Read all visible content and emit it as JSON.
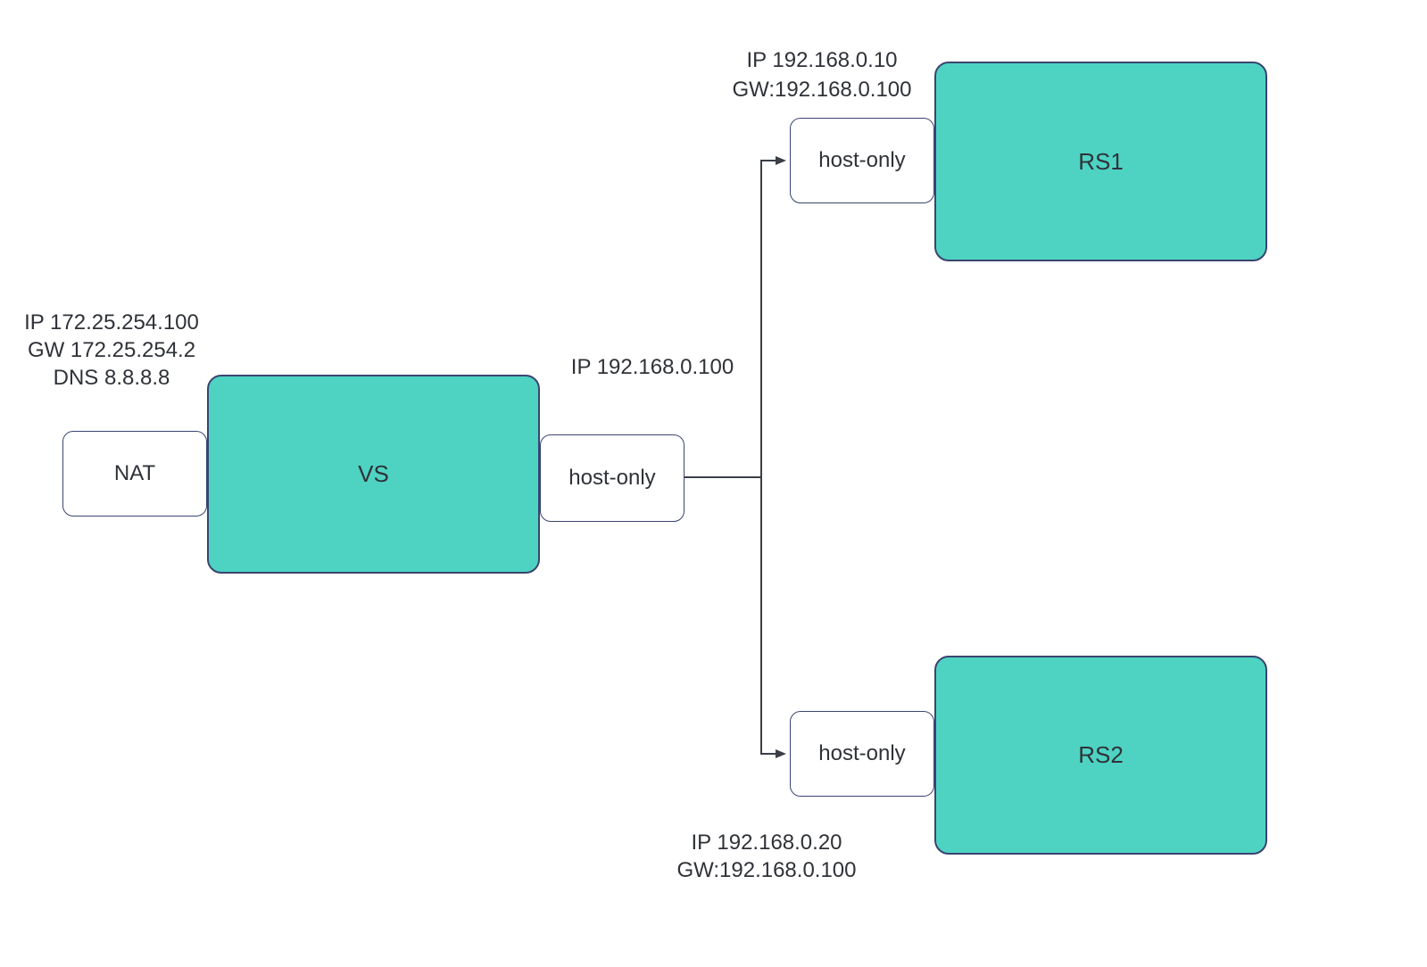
{
  "diagram": {
    "colors": {
      "node_fill": "#4ed3c3",
      "node_border": "#3a4470",
      "connector": "#3a3f47",
      "text": "#2f3238",
      "background": "#ffffff"
    },
    "nodes": {
      "nat": {
        "label": "NAT"
      },
      "vs": {
        "label": "VS"
      },
      "host_mid": {
        "label": "host-only"
      },
      "host_top": {
        "label": "host-only"
      },
      "host_bot": {
        "label": "host-only"
      },
      "rs1": {
        "label": "RS1"
      },
      "rs2": {
        "label": "RS2"
      }
    },
    "annotations": {
      "nat_block": {
        "lines": [
          "IP 172.25.254.100",
          "GW 172.25.254.2",
          "DNS 8.8.8.8"
        ]
      },
      "mid_block": {
        "lines": [
          "IP 192.168.0.100"
        ]
      },
      "rs1_block": {
        "lines": [
          "IP 192.168.0.10",
          "GW:192.168.0.100"
        ]
      },
      "rs2_block": {
        "lines": [
          "IP 192.168.0.20",
          "GW:192.168.0.100"
        ]
      }
    }
  }
}
